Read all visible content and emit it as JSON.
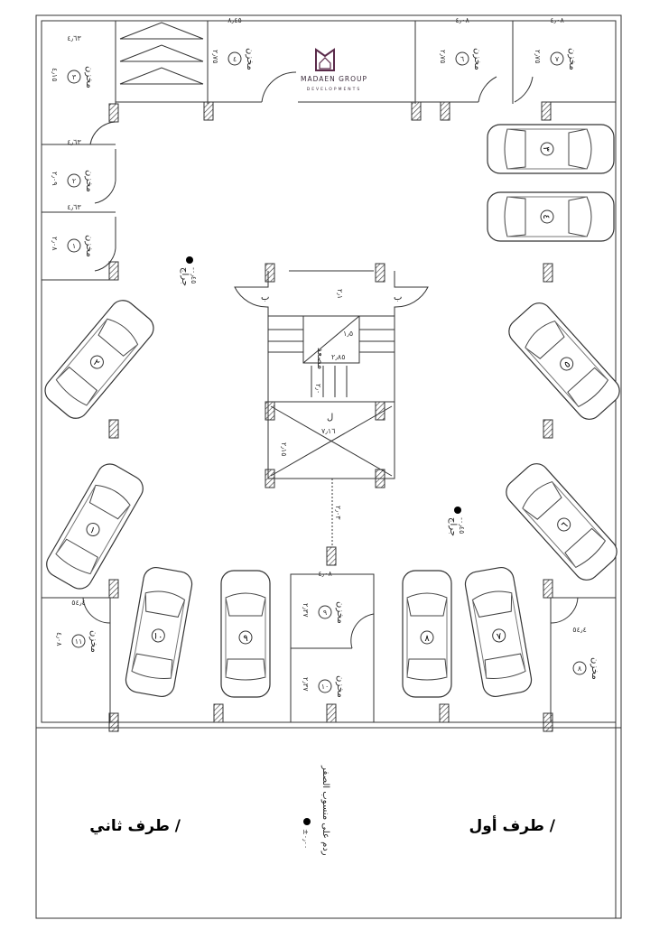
{
  "logo": {
    "name": "MADAEN GROUP",
    "sub": "DEVELOPMENTS",
    "color": "#5a2a4a"
  },
  "stores": [
    {
      "label": "مخزن",
      "number": "٣",
      "dim_w": "٤٫٦٣",
      "dim_h": "٤٫١٥"
    },
    {
      "label": "مخزن",
      "number": "٢",
      "dim_w": "٤٫٦٣",
      "dim_h": "٢٫٠٩"
    },
    {
      "label": "مخزن",
      "number": "١",
      "dim_w": "٤٫٦٣",
      "dim_h": "٢٫٠٨"
    },
    {
      "label": "مخزن",
      "number": "٤",
      "dim_w": "٨٫٤٥",
      "dim_h": "٢٫٧٥"
    },
    {
      "label": "مخزن",
      "number": "٦",
      "dim_w": "٤٫٠٨",
      "dim_h": "٢٫٧٥"
    },
    {
      "label": "مخزن",
      "number": "٧",
      "dim_w": "٤٫٠٨",
      "dim_h": "٢٫٧٥"
    },
    {
      "label": "مخزن",
      "number": "١١",
      "dim_w": "٥٤٫٤",
      "dim_h": "٤٫٠٨"
    },
    {
      "label": "مخزن",
      "number": "٩",
      "dim_w": "٤٫٠٨",
      "dim_h": "٢٫٣٧"
    },
    {
      "label": "مخزن",
      "number": "١٠",
      "dim_w": "",
      "dim_h": "٢٫٣٧"
    },
    {
      "label": "مخزن",
      "number": "٨",
      "dim_w": "٥٤٫٤",
      "dim_h": ""
    }
  ],
  "cars": [
    "٣",
    "٤",
    "٥",
    "٦",
    "٢",
    "١",
    "١٠",
    "٩",
    "٨",
    "٧"
  ],
  "core": {
    "elevator_label": "مصعد",
    "elevator_dim": "٢٫٨٥",
    "elevator_h": "١٫٥",
    "stair_dim": "٢٫٠",
    "lobby_dim": "٧٫١٦",
    "lobby_h": "٢٫١٥",
    "lobby_mark": "ل",
    "door_left": "ب",
    "door_right": "ب",
    "gap_dim": "٢٫٠٣",
    "top_dim": "٢٫١"
  },
  "garage_marks": [
    {
      "label": "جراج",
      "level": "-٠٫٤٥"
    },
    {
      "label": "جراج",
      "level": "-٠٫٤٥"
    }
  ],
  "bottom": {
    "party_one": "طرف أول /",
    "party_two": "طرف ثاني /",
    "fill_note": "ردم على منسوب الصفر",
    "level_mark": "±٠٫٠٠"
  }
}
